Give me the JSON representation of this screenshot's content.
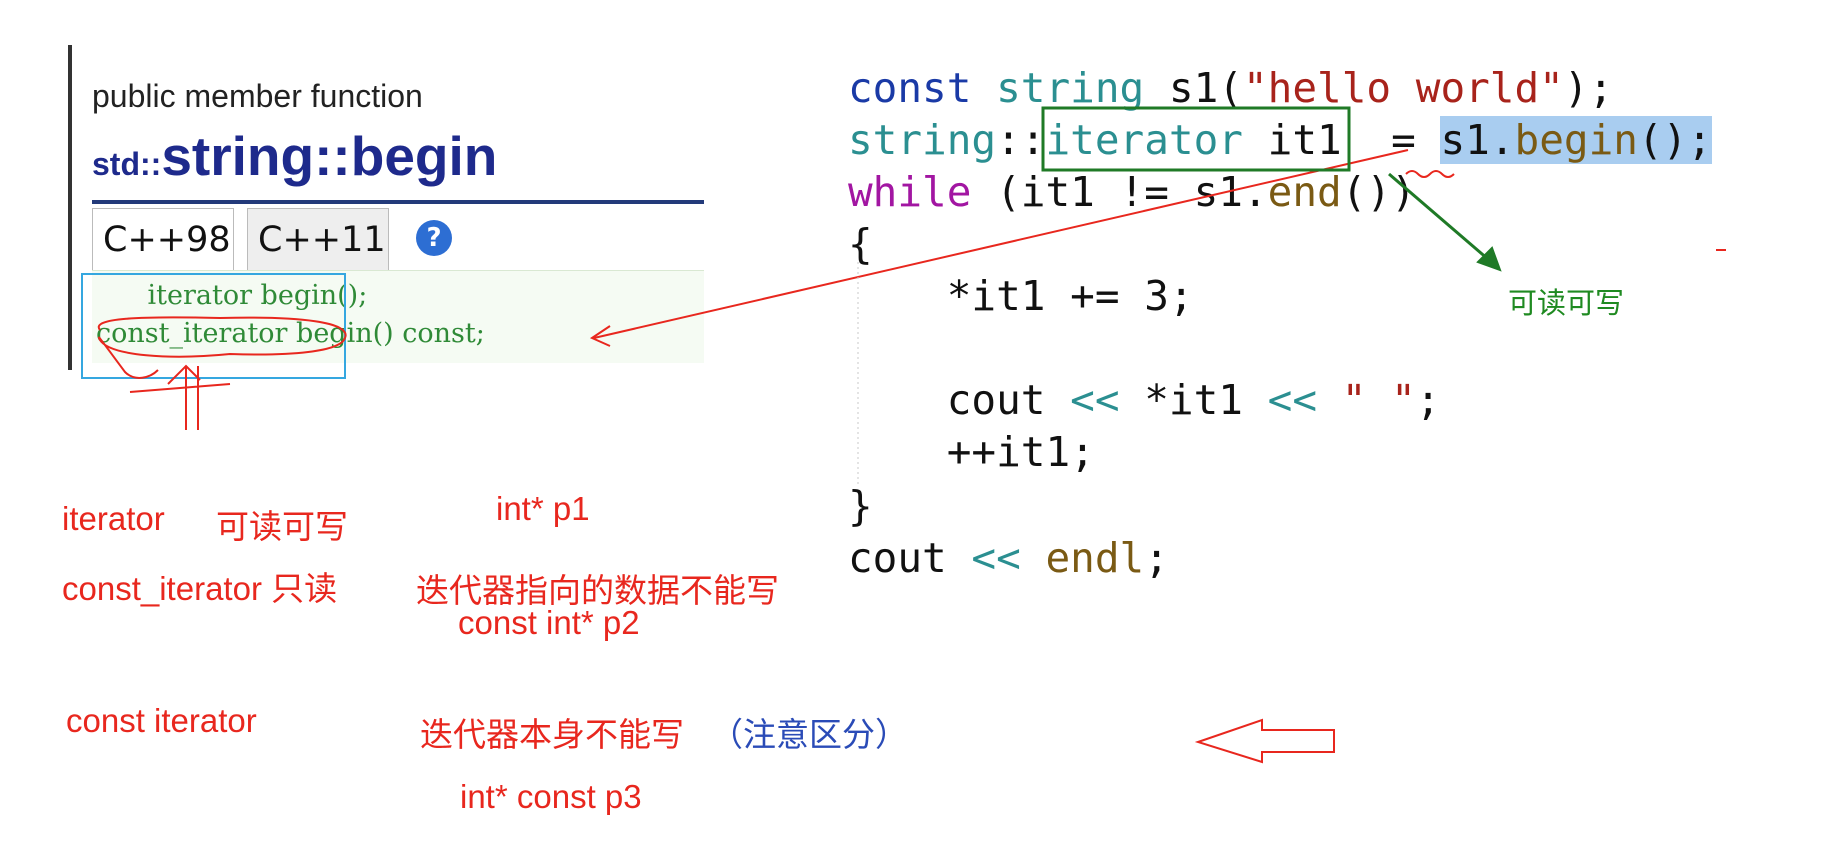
{
  "reference": {
    "subtitle": "public member function",
    "title_ns": "std::",
    "title_name": "string::begin",
    "tabs": [
      "C++98",
      "C++11"
    ],
    "help_icon": "?",
    "signatures": [
      "      iterator begin();",
      "const_iterator begin() const;"
    ]
  },
  "code": {
    "lines": [
      [
        {
          "t": "const ",
          "c": "kw"
        },
        {
          "t": "string ",
          "c": "ty"
        },
        {
          "t": "s1(",
          "c": ""
        },
        {
          "t": "\"hello world\"",
          "c": "str"
        },
        {
          "t": ");",
          "c": ""
        }
      ],
      [
        {
          "t": "string",
          "c": "ty"
        },
        {
          "t": "::",
          "c": ""
        },
        {
          "t": "iterator",
          "c": "ty"
        },
        {
          "t": " it1  = ",
          "c": ""
        },
        {
          "t": "s1.",
          "c": "sel"
        },
        {
          "t": "begin",
          "c": "sel fn"
        },
        {
          "t": "();",
          "c": "sel"
        }
      ],
      [
        {
          "t": "while",
          "c": "kw2"
        },
        {
          "t": " (it1 != s1.",
          "c": ""
        },
        {
          "t": "end",
          "c": "fn"
        },
        {
          "t": "())",
          "c": ""
        }
      ],
      [
        {
          "t": "{",
          "c": ""
        }
      ],
      [
        {
          "t": "    *it1 += 3;",
          "c": ""
        }
      ],
      [
        {
          "t": "",
          "c": ""
        }
      ],
      [
        {
          "t": "    cout ",
          "c": ""
        },
        {
          "t": "<<",
          "c": "tl"
        },
        {
          "t": " *it1 ",
          "c": ""
        },
        {
          "t": "<<",
          "c": "tl"
        },
        {
          "t": " ",
          "c": ""
        },
        {
          "t": "\" \"",
          "c": "str"
        },
        {
          "t": ";",
          "c": ""
        }
      ],
      [
        {
          "t": "    ++it1;",
          "c": ""
        }
      ],
      [
        {
          "t": "}",
          "c": ""
        }
      ],
      [
        {
          "t": "cout ",
          "c": ""
        },
        {
          "t": "<<",
          "c": "tl"
        },
        {
          "t": " ",
          "c": ""
        },
        {
          "t": "endl",
          "c": "fn"
        },
        {
          "t": ";",
          "c": ""
        }
      ]
    ]
  },
  "notes": {
    "rw_label": "可读可写",
    "iterator": "iterator",
    "iterator_rw": "可读可写",
    "int_p1": "int*  p1",
    "const_iterator_ro": "const_iterator 只读",
    "iter_data_no_write": "迭代器指向的数据不能写",
    "const_int_p2": "const int*  p2",
    "const_iterator_sep": "const  iterator",
    "iter_self_no_write": "迭代器本身不能写",
    "distinguish": "（注意区分）",
    "int_const_p3": "int* const  p3"
  },
  "colors": {
    "annotation_red": "#e8271e",
    "annotation_blue": "#2a4bb7",
    "annotation_green": "#1f8a21",
    "selection": "#a9cdf0"
  }
}
